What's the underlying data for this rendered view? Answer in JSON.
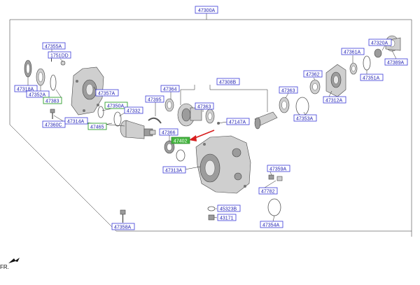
{
  "labels": {
    "p47300A": "47300A",
    "p47355A": "47355A",
    "p1751DD": "1751DD",
    "p47318A": "47318A",
    "p47352A": "47352A",
    "p47383": "47383",
    "p47357A": "47357A",
    "p47350A": "47350A",
    "p47332": "47332",
    "p47360C": "47360C",
    "p47314A": "47314A",
    "p47465": "47465",
    "p47395": "47395",
    "p47364": "47364",
    "p47308B": "47308B",
    "p47363a": "47363",
    "p47147A": "47147A",
    "p47366": "47366",
    "p47402": "47402",
    "p47313A": "47313A",
    "p47320A": "47320A",
    "p47361A": "47361A",
    "p47389A": "47389A",
    "p47351A": "47351A",
    "p47362": "47362",
    "p47363b": "47363",
    "p47312A": "47312A",
    "p47353A": "47353A",
    "p47359A": "47359A",
    "p47782": "47782",
    "p45323B": "45323B",
    "p43171": "43171",
    "p47358A": "47358A",
    "p47354A": "47354A"
  },
  "fr": "FR.",
  "colors": {
    "label_border": "#3a3ad8",
    "label_text": "#1f1fb0",
    "green_border": "#2e9e2e",
    "highlight": "#44b53f",
    "arrow": "#d81e1e"
  }
}
